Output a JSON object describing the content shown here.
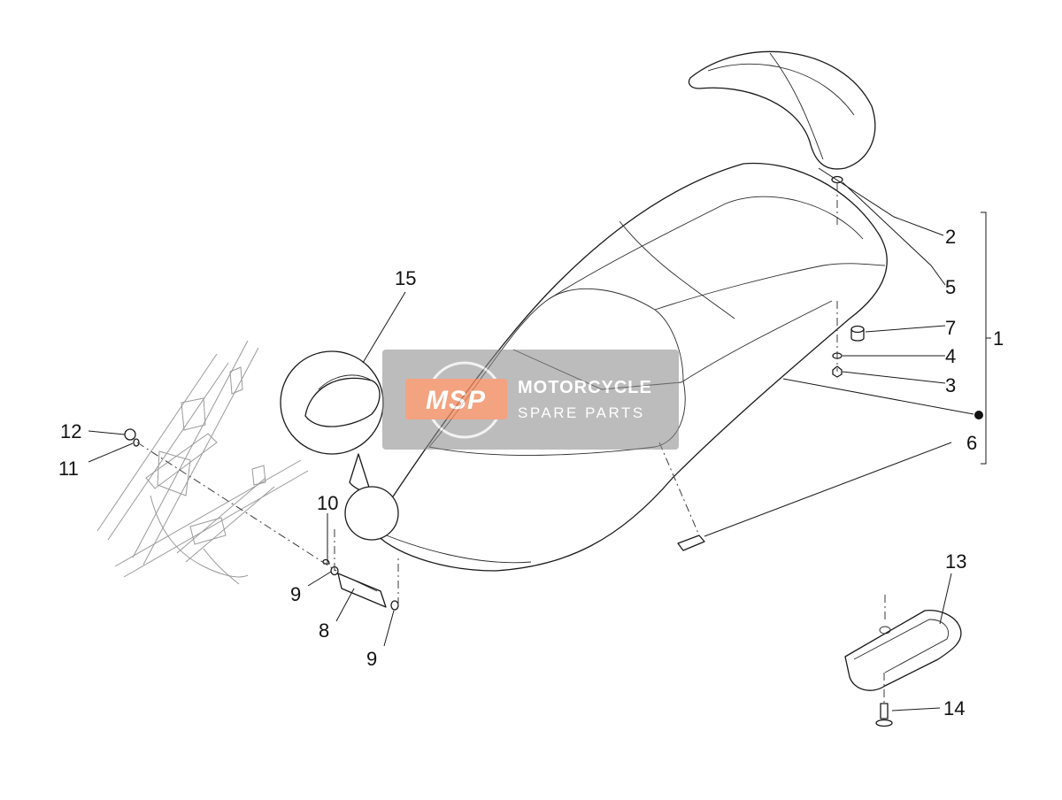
{
  "callouts": {
    "c1": "1",
    "c2": "2",
    "c3": "3",
    "c4": "4",
    "c5": "5",
    "c6": "6",
    "c7": "7",
    "c8": "8",
    "c9a": "9",
    "c9b": "9",
    "c10": "10",
    "c11": "11",
    "c12": "12",
    "c13": "13",
    "c14": "14",
    "c15": "15"
  },
  "watermark": {
    "logo": "MSP",
    "line1": "MOTORCYCLE",
    "line2": "SPARE PARTS"
  },
  "colors": {
    "watermark_bg": "#8c8c8c",
    "watermark_accent": "#f08a5d",
    "line": "#1a1a1a"
  }
}
